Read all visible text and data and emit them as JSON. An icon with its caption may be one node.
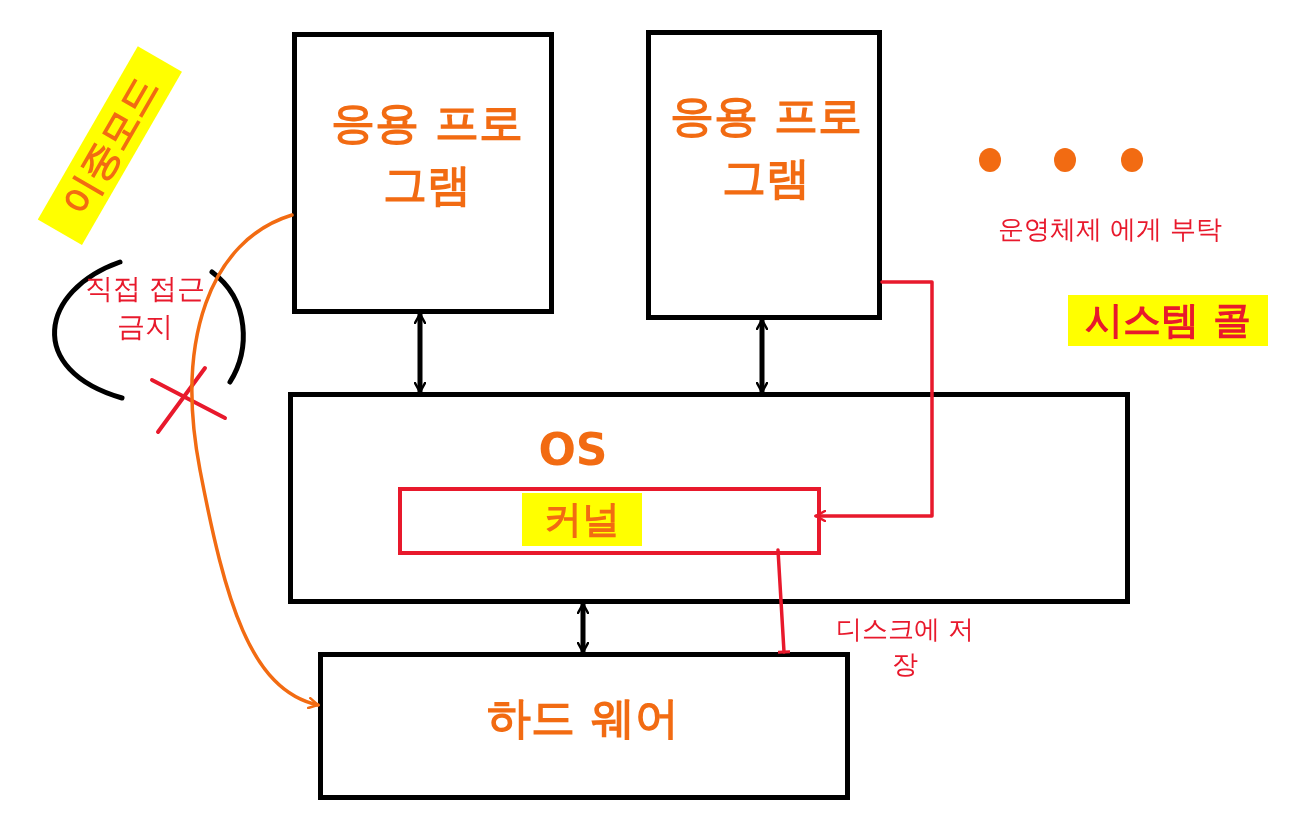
{
  "diagram": {
    "nodes": [
      {
        "text": [
          "응용 프로그램"
        ]
      },
      {
        "text": [
          "응용 프로그램"
        ]
      },
      {
        "text": [
          "OS"
        ]
      },
      {
        "text": [
          "커널"
        ],
        "in": 2
      },
      {
        "text": [
          "하드 웨어"
        ]
      }
    ],
    "edges": [
      {
        "from": 0,
        "to": 2,
        "arrow": "both"
      },
      {
        "from": 1,
        "to": 2,
        "arrow": "both"
      },
      {
        "from": 2,
        "to": 4,
        "arrow": "both"
      },
      {
        "from": 1,
        "to": 3,
        "arrow": "to",
        "color": "#e8192c"
      },
      {
        "from": 3,
        "to": 4,
        "arrow": "other",
        "color": "#e8192c"
      },
      {
        "from": 0,
        "to": 4,
        "arrow": "to",
        "color": "#f26b12"
      }
    ],
    "labels": [
      "이중모드",
      "직접 접근금지",
      "운영체제 에게 부탁",
      "시스템 콜",
      "디스크에 저장"
    ]
  }
}
